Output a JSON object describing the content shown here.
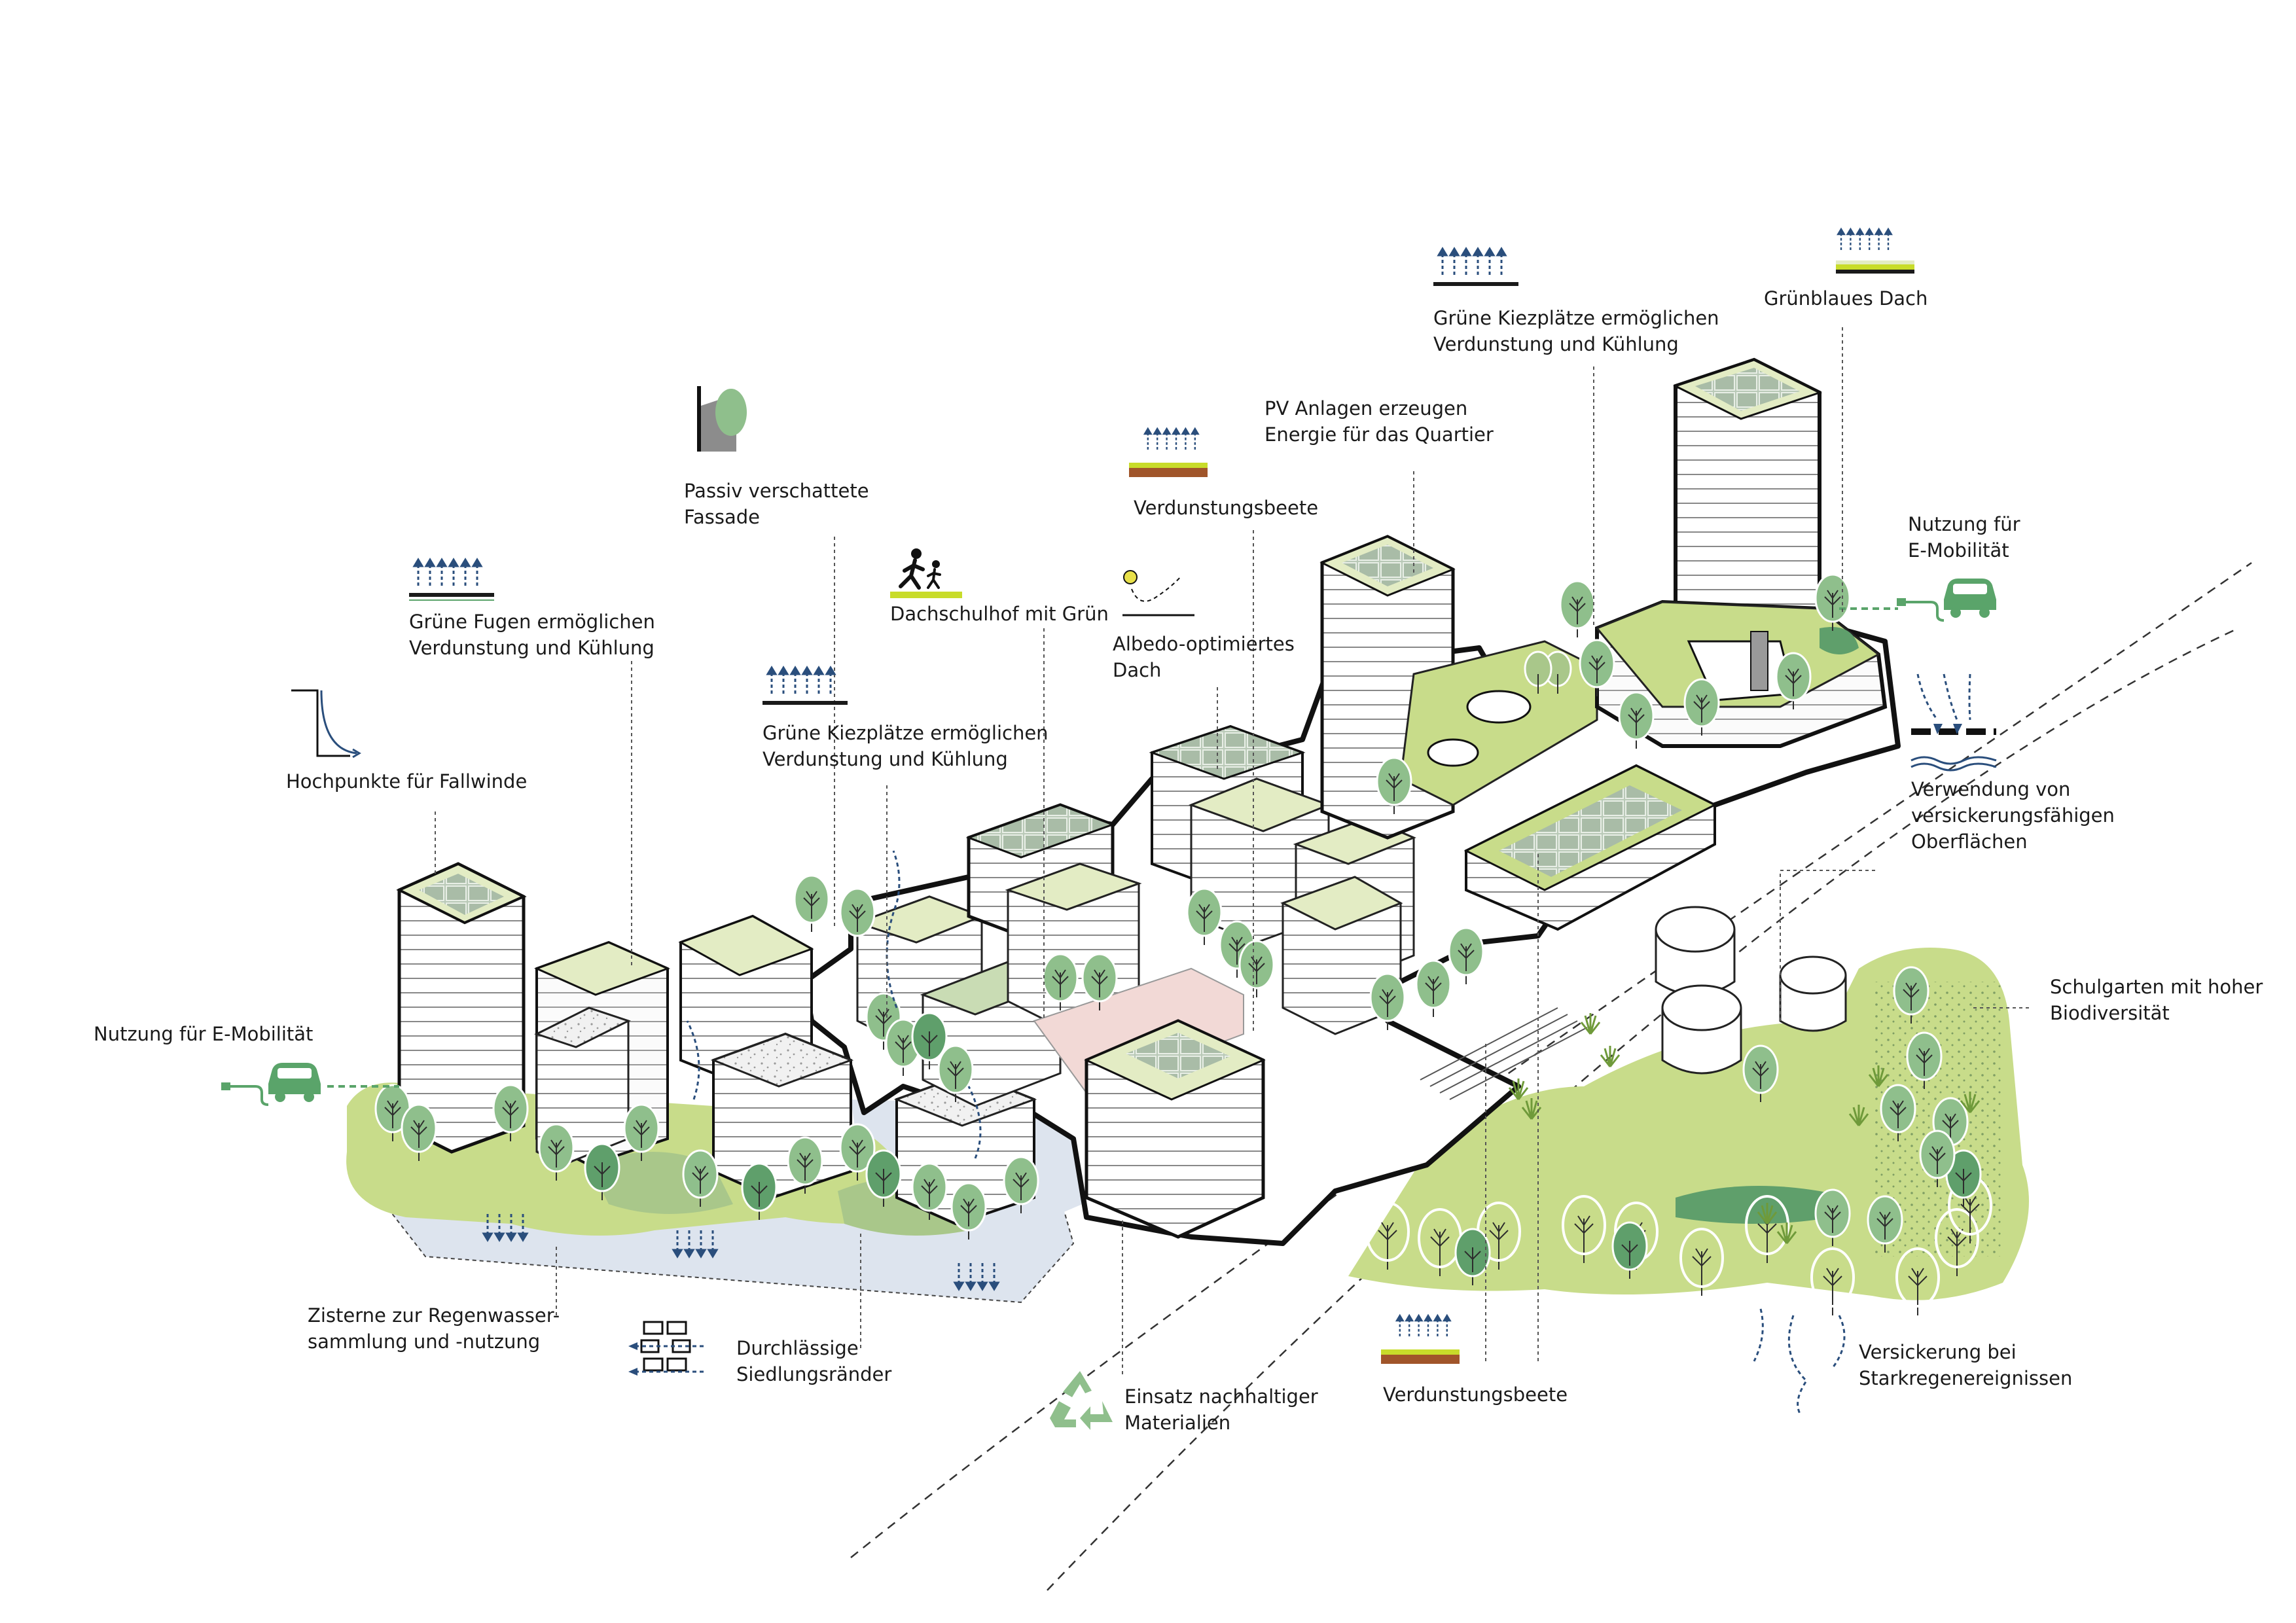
{
  "labels": {
    "hochpunkte": {
      "lines": [
        "Hochpunkte für Fallwinde"
      ]
    },
    "gruene_fugen": {
      "lines": [
        "Grüne Fugen ermöglichen",
        "Verdunstung und Kühlung"
      ]
    },
    "passiv_fassade": {
      "lines": [
        "Passiv verschattete",
        "Fassade"
      ]
    },
    "kiezplaetze_mid": {
      "lines": [
        "Grüne Kiezplätze ermöglichen",
        "Verdunstung und Kühlung"
      ]
    },
    "dachschulhof": {
      "lines": [
        "Dachschulhof mit Grün"
      ]
    },
    "verdunstungsbeete_top": {
      "lines": [
        "Verdunstungsbeete"
      ]
    },
    "albedo": {
      "lines": [
        "Albedo-optimiertes",
        "Dach"
      ]
    },
    "pv_anlagen": {
      "lines": [
        "PV Anlagen erzeugen",
        "Energie für das Quartier"
      ]
    },
    "kiezplaetze_top": {
      "lines": [
        "Grüne Kiezplätze ermöglichen",
        "Verdunstung und Kühlung"
      ]
    },
    "gruenblaues_dach": {
      "lines": [
        "Grünblaues Dach"
      ]
    },
    "emobil_right": {
      "lines": [
        "Nutzung für",
        "E-Mobilität"
      ]
    },
    "versickerung_flaechen": {
      "lines": [
        "Verwendung von",
        "versickerungsfähigen",
        "Oberflächen"
      ]
    },
    "schulgarten": {
      "lines": [
        "Schulgarten mit hoher",
        "Biodiversität"
      ]
    },
    "emobil_left": {
      "lines": [
        "Nutzung für E-Mobilität"
      ]
    },
    "zisterne": {
      "lines": [
        "Zisterne zur Regenwasser-",
        "sammlung und -nutzung"
      ]
    },
    "durchlaessig": {
      "lines": [
        "Durchlässige",
        "Siedlungsränder"
      ]
    },
    "materialien": {
      "lines": [
        "Einsatz nachhaltiger",
        "Materialien"
      ]
    },
    "verdunstungsbeete_bottom": {
      "lines": [
        "Verdunstungsbeete"
      ]
    },
    "starkregen": {
      "lines": [
        "Versickerung bei",
        "Starkregenereignissen"
      ]
    }
  },
  "icons": [
    "fallwind-curve-icon",
    "evaporation-arrows-icon",
    "shaded-facade-icon",
    "evaporation-arrows-icon",
    "child-running-icon",
    "planter-evaporation-icon",
    "sun-reflection-icon",
    "evaporation-arrows-icon",
    "green-roof-evaporation-icon",
    "electric-car-icon",
    "infiltration-icon",
    "electric-car-icon",
    "permeable-paving-icon",
    "recycle-icon",
    "planter-evaporation-icon",
    "seepage-arrows-icon"
  ],
  "colors": {
    "ink": "#1a1a1a",
    "green_light": "#c8dc8a",
    "green_pale": "#e3ecc4",
    "green_mid": "#a9c78a",
    "green_dark": "#4f9a63",
    "tree_fill": "#8fbf8c",
    "water_blue": "#2a4e7c",
    "cistern_blue": "#dde4ee",
    "solar": "#b7c6b4",
    "soil": "#a0552a",
    "pink_roof": "#f2d9d6"
  }
}
